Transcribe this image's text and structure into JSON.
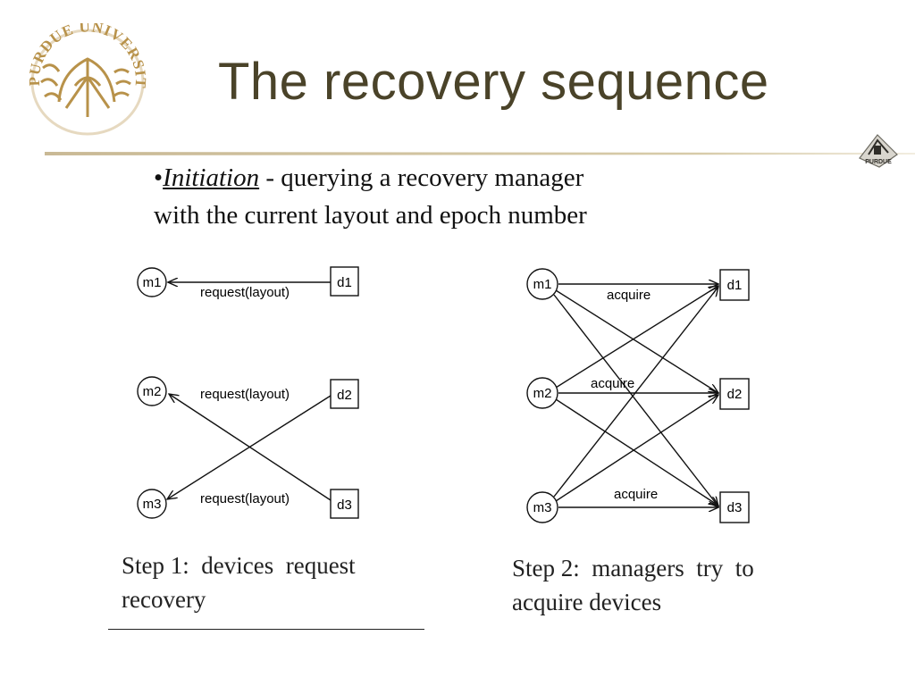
{
  "slide": {
    "title": "The recovery sequence",
    "bullet": {
      "marker": "•",
      "term": "Initiation",
      "text_line1": " - querying a recovery manager",
      "text_line2": "with the current layout and epoch number"
    },
    "logo": {
      "icon": "university-seal-icon",
      "text": "PURDUE UNIVERSITY"
    },
    "corner_emblem": {
      "icon": "purdue-emblem-icon",
      "text": "PURDUE"
    },
    "colors": {
      "title": "#4a4329",
      "rule": "#c9b995",
      "logo": "#b8924a",
      "line": "#111111"
    }
  },
  "diagram1": {
    "managers": [
      "m1",
      "m2",
      "m3"
    ],
    "devices": [
      "d1",
      "d2",
      "d3"
    ],
    "edge_label": "request(layout)",
    "edges": [
      {
        "from": "d1",
        "to": "m1",
        "label": "request(layout)"
      },
      {
        "from": "d2",
        "to": "m3",
        "label": "request(layout)"
      },
      {
        "from": "d3",
        "to": "m2",
        "label": "request(layout)"
      }
    ],
    "caption_line1": "Step 1:  devices  request",
    "caption_line2": "recovery"
  },
  "diagram2": {
    "managers": [
      "m1",
      "m2",
      "m3"
    ],
    "devices": [
      "d1",
      "d2",
      "d3"
    ],
    "edges": [
      {
        "from": "m1",
        "to": "d1",
        "label": "acquire"
      },
      {
        "from": "m1",
        "to": "d2",
        "label": ""
      },
      {
        "from": "m1",
        "to": "d3",
        "label": ""
      },
      {
        "from": "m2",
        "to": "d1",
        "label": ""
      },
      {
        "from": "m2",
        "to": "d2",
        "label": "acquire"
      },
      {
        "from": "m2",
        "to": "d3",
        "label": ""
      },
      {
        "from": "m3",
        "to": "d1",
        "label": ""
      },
      {
        "from": "m3",
        "to": "d2",
        "label": ""
      },
      {
        "from": "m3",
        "to": "d3",
        "label": "acquire"
      }
    ],
    "caption_line1": "Step 2:  managers  try  to",
    "caption_line2": "acquire devices"
  }
}
